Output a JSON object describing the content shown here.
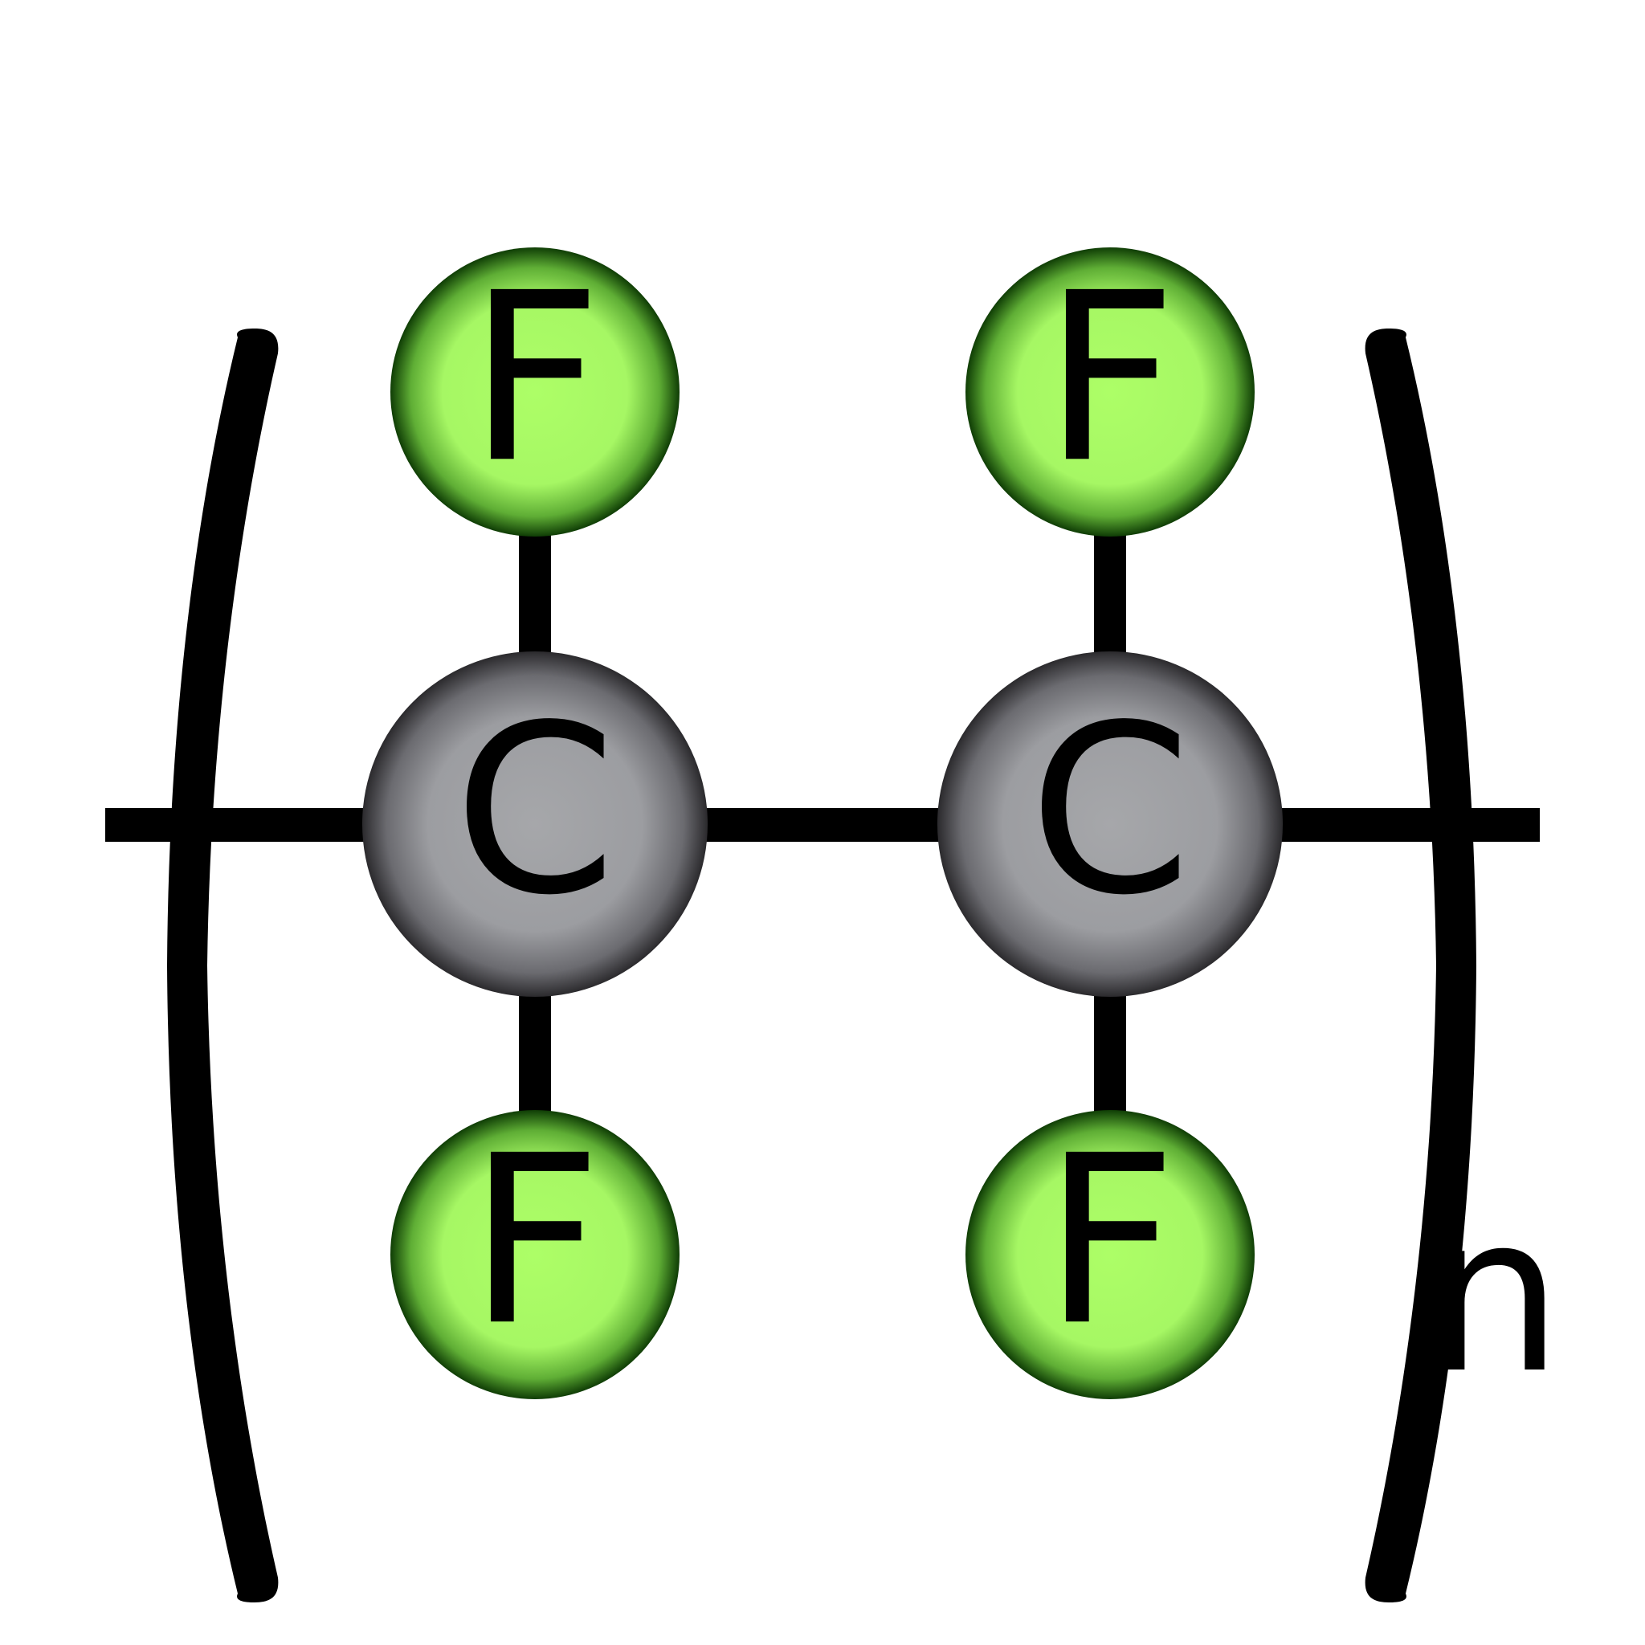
{
  "diagram": {
    "atoms": {
      "carbon_left": "C",
      "carbon_right": "C",
      "fluorine_top_left": "F",
      "fluorine_top_right": "F",
      "fluorine_bottom_left": "F",
      "fluorine_bottom_right": "F"
    },
    "repeat_subscript": "n"
  },
  "colors": {
    "carbon_center": "#a6a7aa",
    "carbon_edge": "#2b2a2d",
    "fluorine_center": "#adfe67",
    "fluorine_edge": "#0f3d05",
    "bond": "#000000",
    "background": "#ffffff"
  }
}
